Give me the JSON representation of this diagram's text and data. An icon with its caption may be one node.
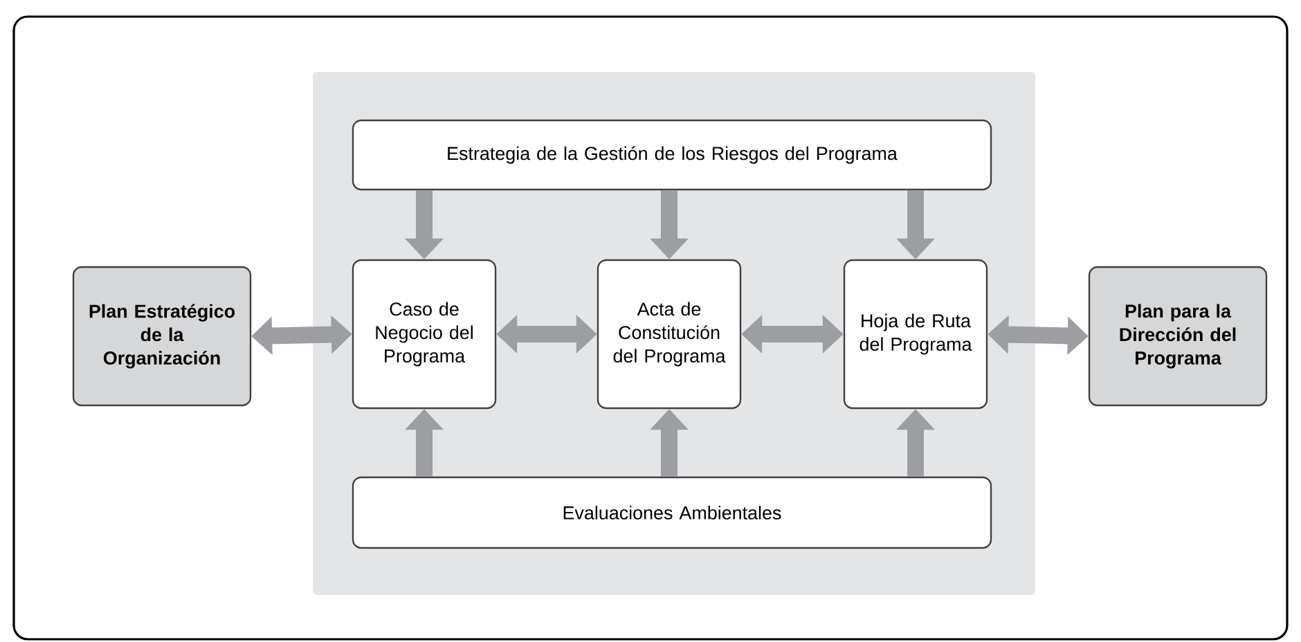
{
  "diagram": {
    "nodes": [
      {
        "text": [
          "Estrategia de la Gestión de los Riesgos del Programa"
        ]
      },
      {
        "text": [
          "Plan Estratégico de la Organización"
        ]
      },
      {
        "text": [
          "Caso de Negocio del Programa"
        ]
      },
      {
        "text": [
          "Acta de Constitución del Programa"
        ]
      },
      {
        "text": [
          "Hoja de Ruta del Programa"
        ]
      },
      {
        "text": [
          "Plan para la Dirección del Programa"
        ]
      },
      {
        "text": [
          "Evaluaciones Ambientales"
        ]
      }
    ],
    "edges": [
      {
        "from": 0,
        "to": 2,
        "arrow": "to"
      },
      {
        "from": 0,
        "to": 3,
        "arrow": "to"
      },
      {
        "from": 0,
        "to": 4,
        "arrow": "to"
      },
      {
        "from": 1,
        "to": 2,
        "arrow": "both"
      },
      {
        "from": 2,
        "to": 3,
        "arrow": "both"
      },
      {
        "from": 3,
        "to": 4,
        "arrow": "both"
      },
      {
        "from": 4,
        "to": 5,
        "arrow": "both"
      },
      {
        "from": 6,
        "to": 2,
        "arrow": "to"
      },
      {
        "from": 6,
        "to": 3,
        "arrow": "to"
      },
      {
        "from": 6,
        "to": 4,
        "arrow": "to"
      }
    ]
  }
}
